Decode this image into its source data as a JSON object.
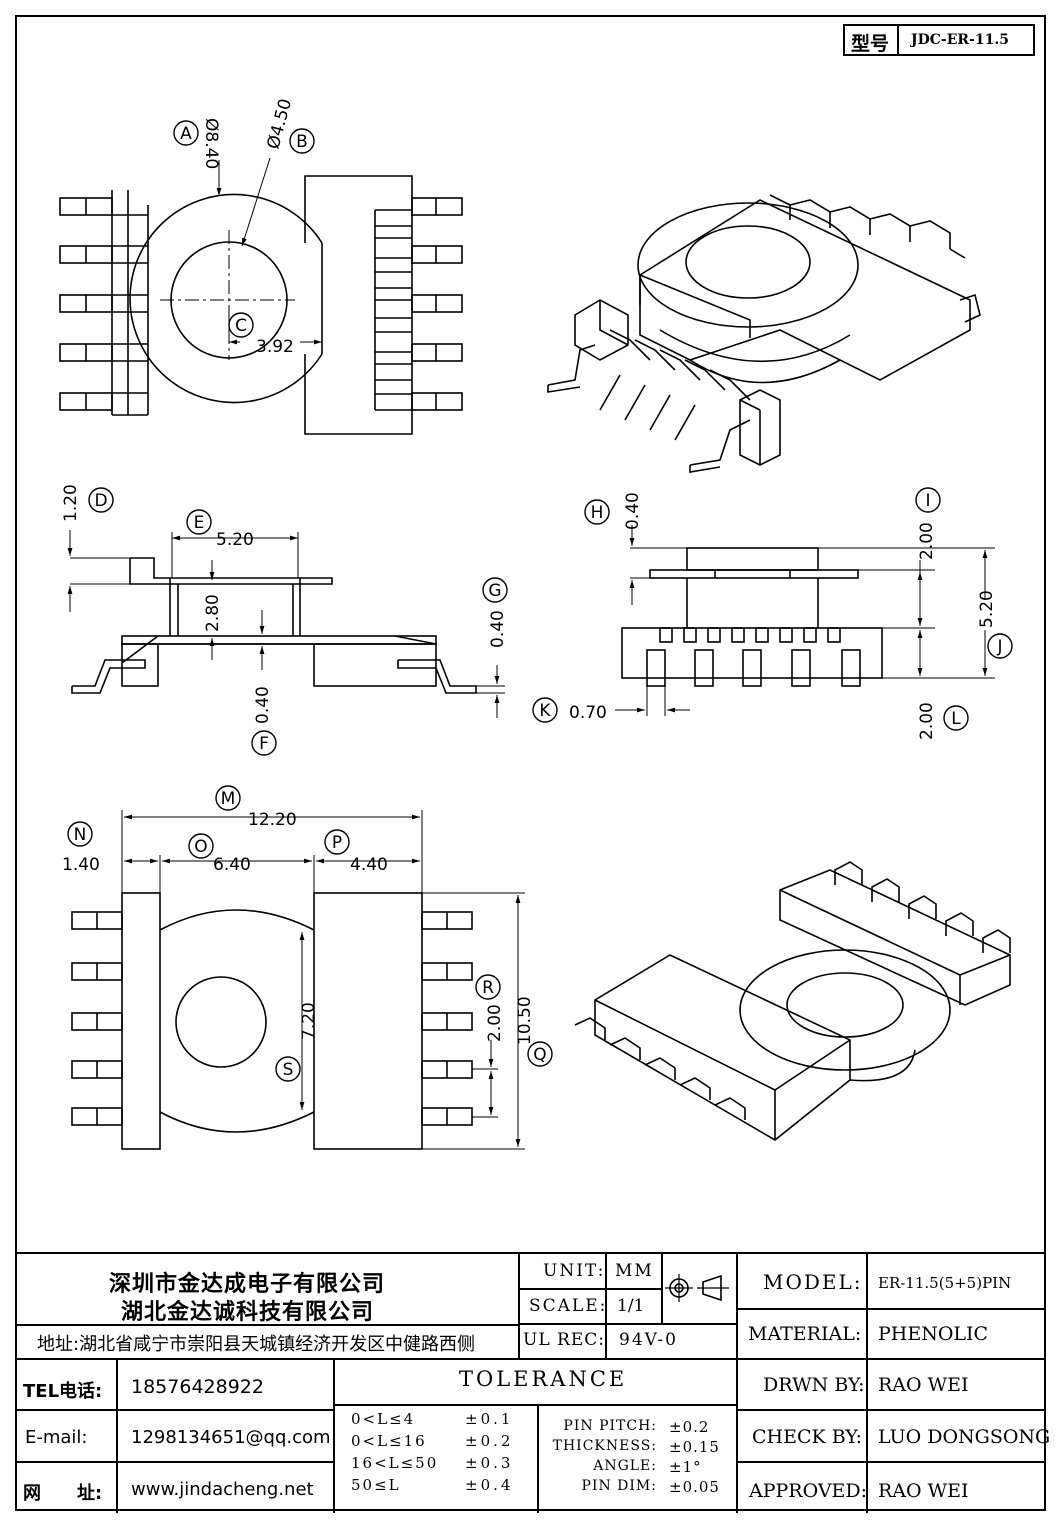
{
  "header": {
    "model_label": "型号",
    "model_value": "JDC-ER-11.5"
  },
  "labels": {
    "A": "A",
    "B": "B",
    "C": "C",
    "D": "D",
    "E": "E",
    "F": "F",
    "G": "G",
    "H": "H",
    "I": "I",
    "J": "J",
    "K": "K",
    "L": "L",
    "M": "M",
    "N": "N",
    "O": "O",
    "P": "P",
    "Q": "Q",
    "R": "R",
    "S": "S"
  },
  "dims": {
    "A": "Ø8.40",
    "B": "Ø4.50",
    "C": "3.92",
    "D": "1.20",
    "E": "5.20",
    "E2": "2.80",
    "F": "0.40",
    "G": "0.40",
    "H": "0.40",
    "I": "2.00",
    "J": "5.20",
    "K": "0.70",
    "L": "2.00",
    "M": "12.20",
    "N": "1.40",
    "O": "6.40",
    "P": "4.40",
    "Q": "10.50",
    "R": "2.00",
    "S": "7.20"
  },
  "company": {
    "name1": "深圳市金达成电子有限公司",
    "name2": "湖北金达诚科技有限公司",
    "address": "地址:湖北省咸宁市崇阳县天城镇经济开发区中健路西侧"
  },
  "contact": {
    "tel_label": "TEL电话:",
    "tel": "18576428922",
    "email_label": "E-mail:",
    "email": "1298134651@qq.com",
    "web_label": "网　　址:",
    "web": "www.jindacheng.net"
  },
  "spec": {
    "unit_label": "UNIT:",
    "unit": "MM",
    "scale_label": "SCALE:",
    "scale": "1/1",
    "ulrec_label": "UL REC:",
    "ulrec": "94V-0"
  },
  "info": {
    "model_label": "MODEL:",
    "model": "ER-11.5(5+5)PIN",
    "material_label": "MATERIAL:",
    "material": "PHENOLIC",
    "drwn_label": "DRWN BY:",
    "drwn": "RAO WEI",
    "check_label": "CHECK BY:",
    "check": "LUO DONGSONG",
    "approved_label": "APPROVED:",
    "approved": "RAO WEI"
  },
  "tolerance": {
    "title": "TOLERANCE",
    "rows": [
      {
        "range": "0<L≤4",
        "value": "±0.1"
      },
      {
        "range": "0<L≤16",
        "value": "±0.2"
      },
      {
        "range": "16<L≤50",
        "value": "±0.3"
      },
      {
        "range": "50≤L",
        "value": "±0.4"
      }
    ],
    "extra": [
      {
        "label": "PIN PITCH:",
        "value": "±0.2"
      },
      {
        "label": "THICKNESS:",
        "value": "±0.15"
      },
      {
        "label": "ANGLE:",
        "value": "±1°"
      },
      {
        "label": "PIN DIM:",
        "value": "±0.05"
      }
    ]
  }
}
